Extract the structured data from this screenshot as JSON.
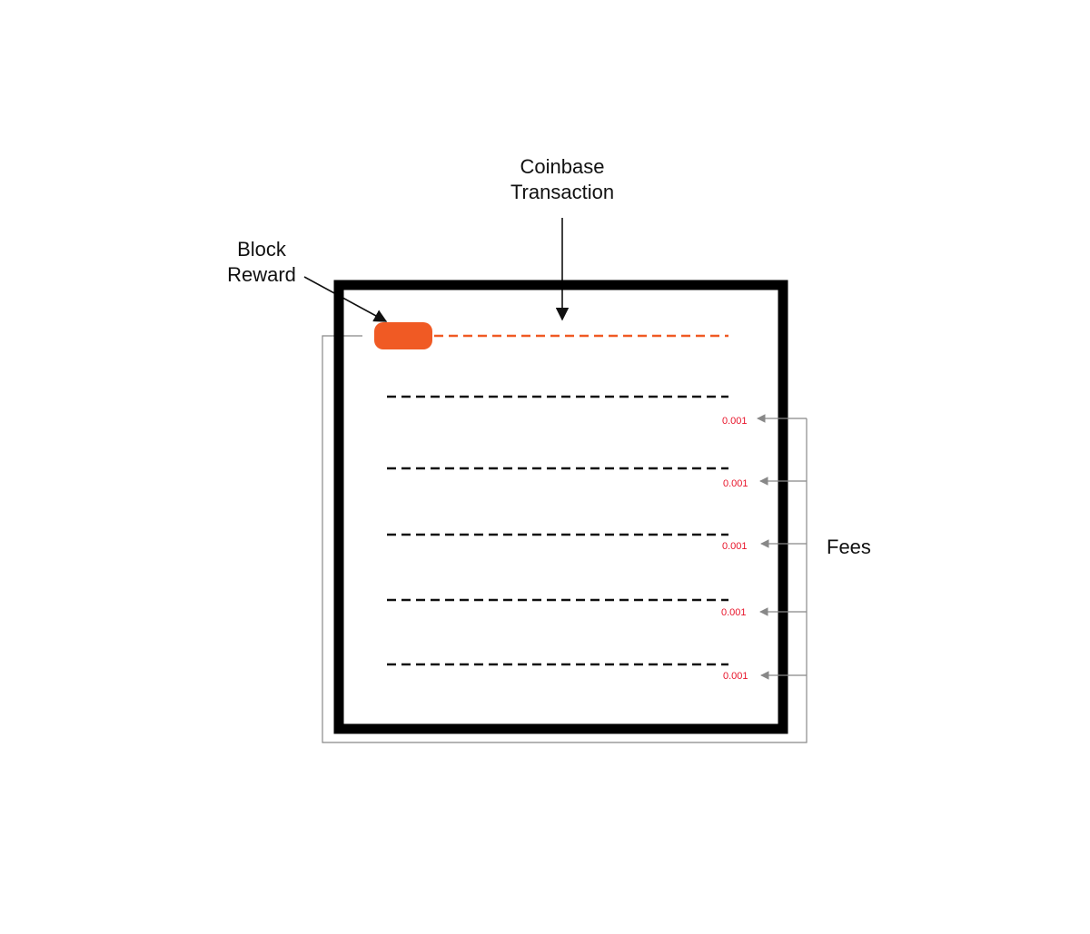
{
  "labels": {
    "coinbase_line1": "Coinbase",
    "coinbase_line2": "Transaction",
    "block_line1": "Block",
    "block_line2": "Reward",
    "fees": "Fees"
  },
  "fee_values": [
    "0.001",
    "0.001",
    "0.001",
    "0.001",
    "0.001"
  ],
  "colors": {
    "block_border": "#000000",
    "reward": "#f05a24",
    "coinbase_line": "#f05a24",
    "tx_line": "#111111",
    "fee_text": "#e8142a",
    "connector": "#888888",
    "arrow": "#111111"
  }
}
